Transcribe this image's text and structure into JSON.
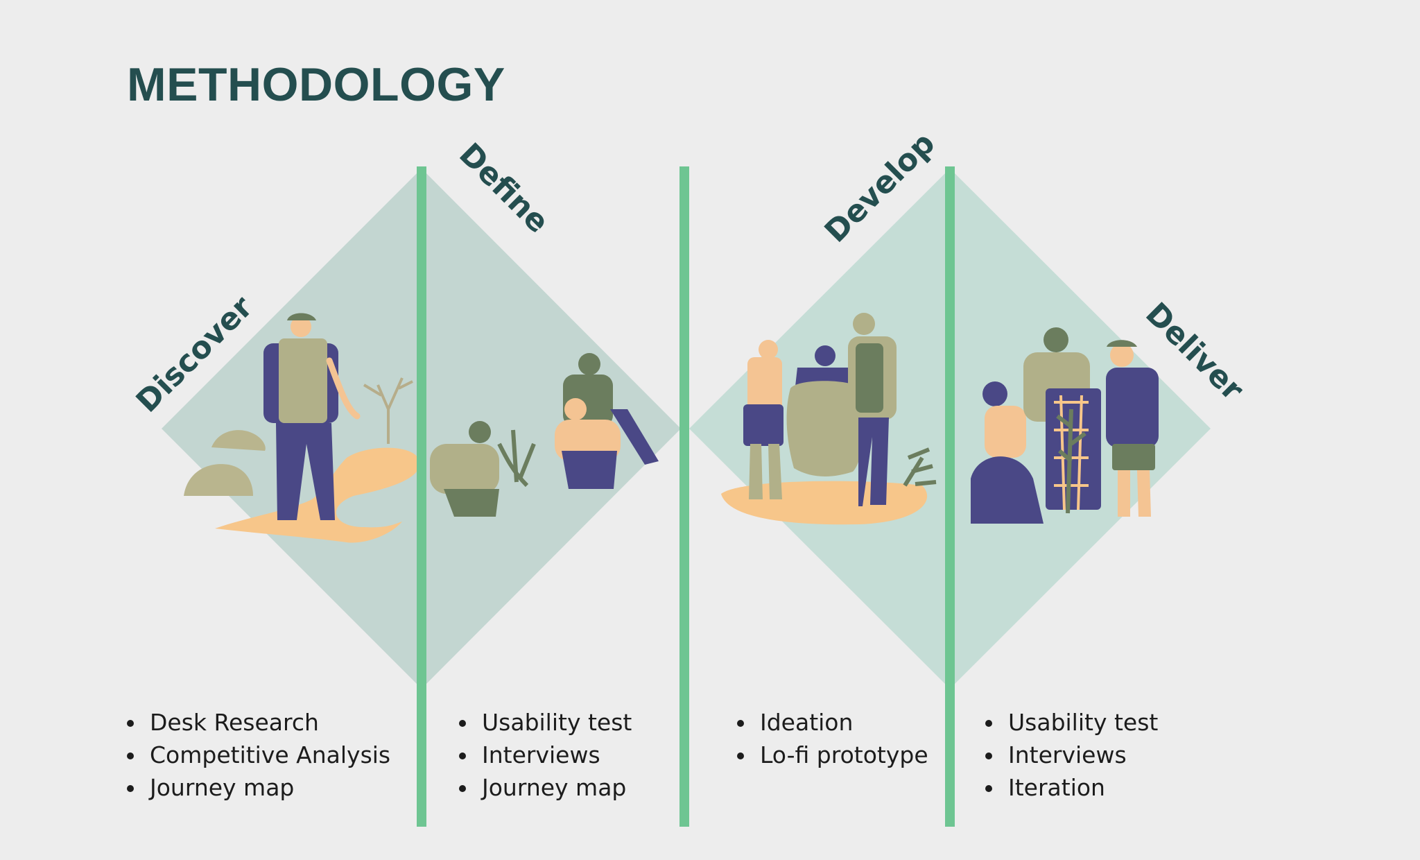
{
  "title": "METHODOLOGY",
  "colors": {
    "background": "#ededed",
    "title": "#244e4f",
    "diamond_left": "#c3d6d1",
    "diamond_right": "#c5ddd6",
    "divider": "#6ec592",
    "figure_purple": "#4a4886",
    "figure_khaki": "#b1b089",
    "figure_olive": "#6b7d5e",
    "ground_peach": "#f7c68a",
    "skin": "#f4c493"
  },
  "phases": [
    {
      "label": "Discover",
      "items": [
        "Desk Research",
        "Competitive Analysis",
        "Journey map"
      ]
    },
    {
      "label": "Define",
      "items": [
        "Usability test",
        "Interviews",
        "Journey map"
      ]
    },
    {
      "label": "Develop",
      "items": [
        "Ideation",
        "Lo-fi prototype"
      ]
    },
    {
      "label": "Deliver",
      "items": [
        "Usability test",
        "Interviews",
        "Iteration"
      ]
    }
  ]
}
